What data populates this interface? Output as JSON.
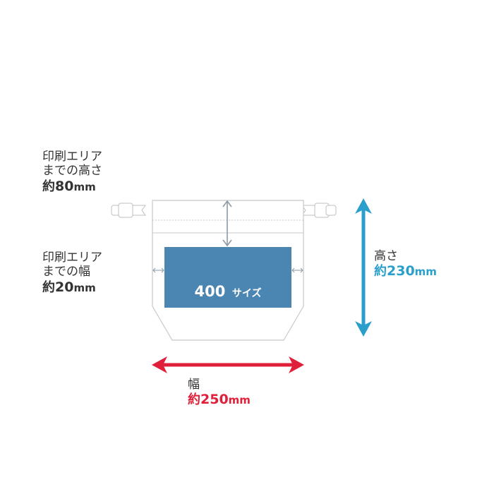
{
  "print_height_label": {
    "line1": "印刷エリア",
    "line2": "までの高さ",
    "approx": "約",
    "value": "80",
    "unit": "mm"
  },
  "print_width_label": {
    "line1": "印刷エリア",
    "line2": "までの幅",
    "approx": "約",
    "value": "20",
    "unit": "mm"
  },
  "print_area": {
    "size_number": "400",
    "size_suffix": "サイズ"
  },
  "height_label": {
    "title": "高さ",
    "approx": "約",
    "value": "230",
    "unit": "mm"
  },
  "width_label": {
    "title": "幅",
    "approx": "約",
    "value": "250",
    "unit": "mm"
  },
  "colors": {
    "print_area": "#4a86b1",
    "height_arrow": "#2b9fcc",
    "width_arrow": "#e0203a",
    "bag_outline": "#c8c8c8",
    "dim_arrow": "#8a9aa6",
    "label_text": "#333333"
  }
}
